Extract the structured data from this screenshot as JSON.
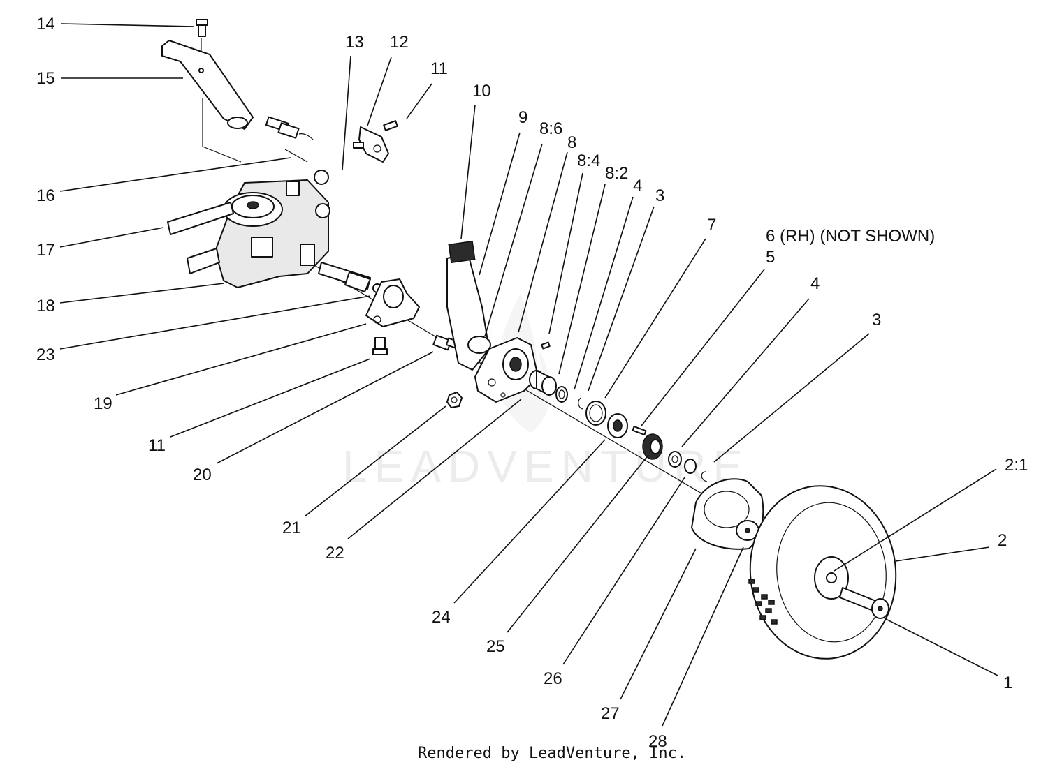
{
  "watermark": "LEADVENTURE",
  "credit": "Rendered by LeadVenture, Inc.",
  "labels": {
    "l14": "14",
    "l15": "15",
    "l13": "13",
    "l12": "12",
    "l11a": "11",
    "l10": "10",
    "l9": "9",
    "l8_6": "8:6",
    "l8": "8",
    "l8_4": "8:4",
    "l8_2": "8:2",
    "l4a": "4",
    "l3a": "3",
    "l7": "7",
    "l6": "6 (RH)  (NOT SHOWN)",
    "l5": "5",
    "l4b": "4",
    "l3b": "3",
    "l16": "16",
    "l17": "17",
    "l18": "18",
    "l23": "23",
    "l19": "19",
    "l11b": "11",
    "l20": "20",
    "l21": "21",
    "l22": "22",
    "l24": "24",
    "l25": "25",
    "l26": "26",
    "l27": "27",
    "l28": "28",
    "l2_1": "2:1",
    "l2": "2",
    "l1": "1"
  }
}
